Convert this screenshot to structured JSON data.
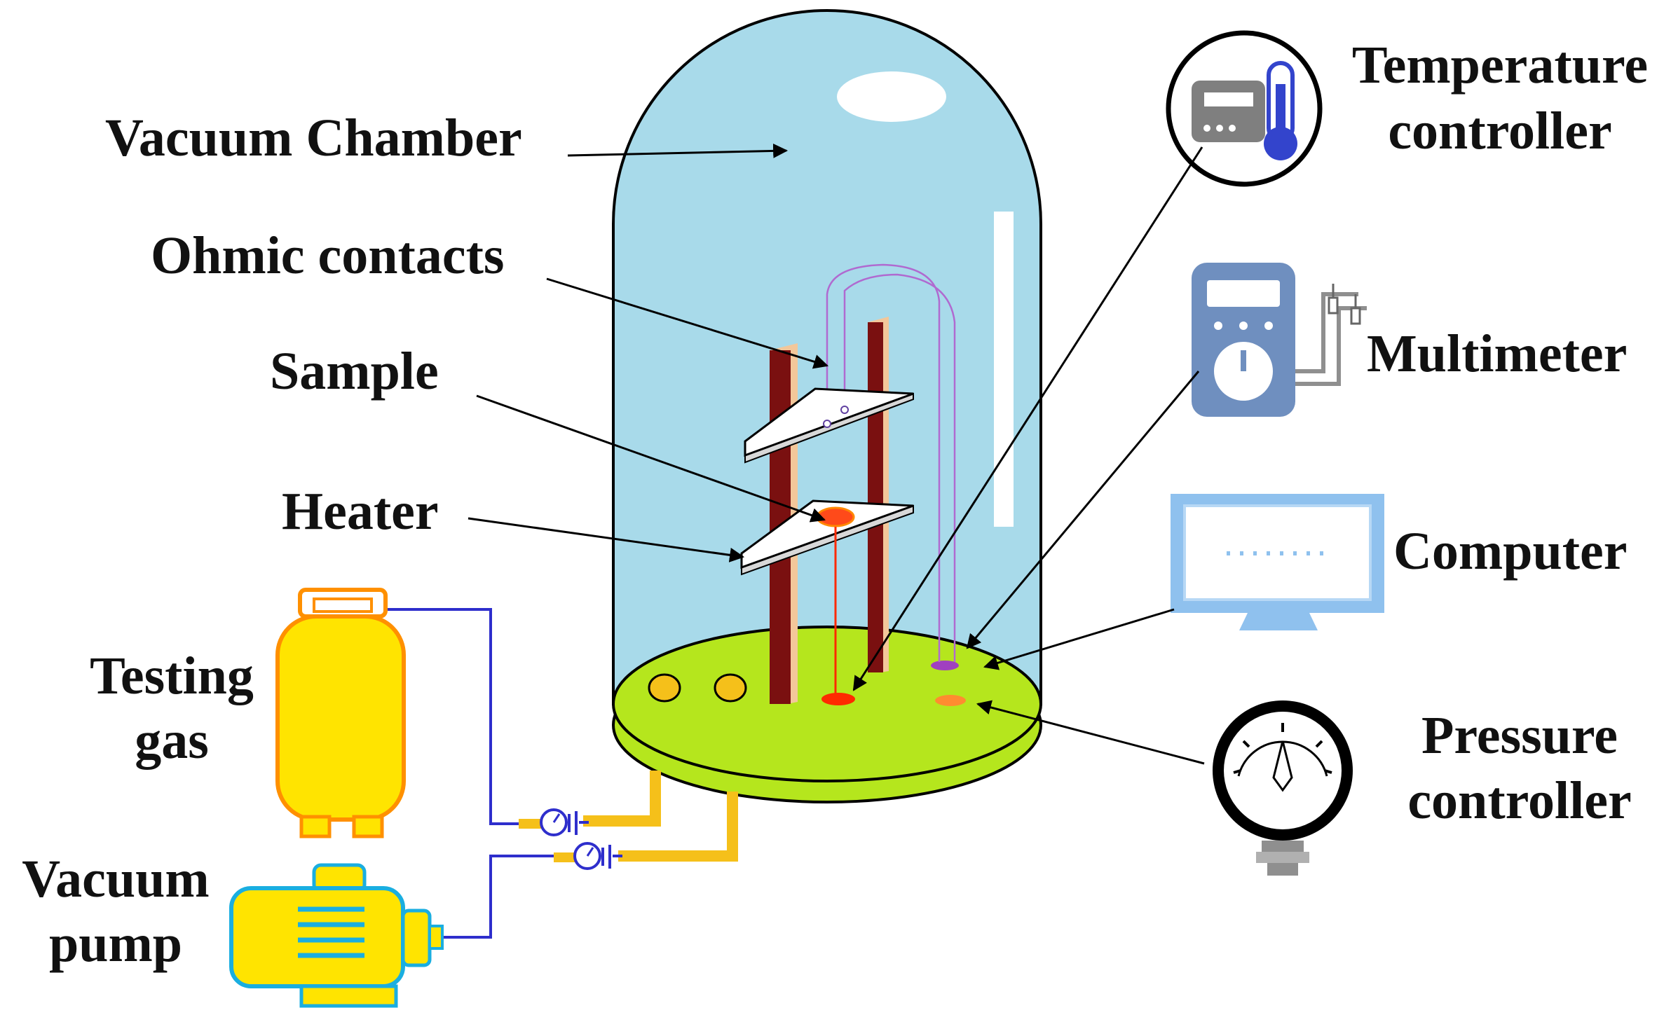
{
  "labels": {
    "vacuum_chamber": "Vacuum Chamber",
    "ohmic_contacts": "Ohmic contacts",
    "sample": "Sample",
    "heater": "Heater",
    "testing_gas_line1": "Testing",
    "testing_gas_line2": "gas",
    "vacuum_pump_line1": "Vacuum",
    "vacuum_pump_line2": "pump",
    "temperature_controller_line1": "Temperature",
    "temperature_controller_line2": "controller",
    "multimeter": "Multimeter",
    "computer": "Computer",
    "pressure_controller_line1": "Pressure",
    "pressure_controller_line2": "controller"
  },
  "colors": {
    "chamber_fill": "#a8daea",
    "base_fill": "#b5e61d",
    "rod": "#7a1010",
    "pipe": "#f5c01a",
    "gas_line": "#2e2ecc",
    "gas_cylinder": "#ffe400",
    "pump": "#ffe400",
    "instrument_blue": "#6f8fbf",
    "computer_blue": "#8fc1ee"
  }
}
